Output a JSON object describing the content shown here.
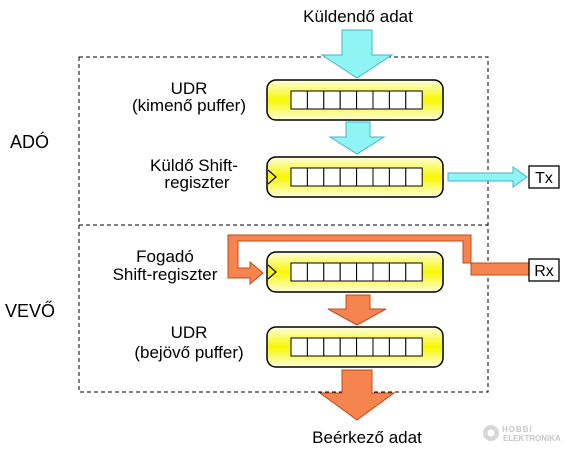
{
  "top_label": "Küldendő adat",
  "bottom_label": "Beérkező adat",
  "sections": {
    "transmitter": "ADÓ",
    "receiver": "VEVŐ"
  },
  "registers": {
    "udr_out": {
      "line1": "UDR",
      "line2": "(kimenő puffer)",
      "bits": 8
    },
    "tx_shift": {
      "line1": "Küldő Shift-",
      "line2": "regiszter",
      "bits": 8
    },
    "rx_shift": {
      "line1": "Fogadó",
      "line2": "Shift-regiszter",
      "bits": 8
    },
    "udr_in": {
      "line1": "UDR",
      "line2": "(bejövő puffer)",
      "bits": 8
    }
  },
  "pins": {
    "tx": "Tx",
    "rx": "Rx"
  },
  "watermark": {
    "brand": "HOBBI",
    "sub": "ELEKTRONIKA"
  },
  "colors": {
    "transmit_arrow": "#8ff4f4",
    "receive_arrow": "#f5844f",
    "register_fill": "#f7f700",
    "register_glow": "#fbfbb8",
    "border": "#000000"
  }
}
